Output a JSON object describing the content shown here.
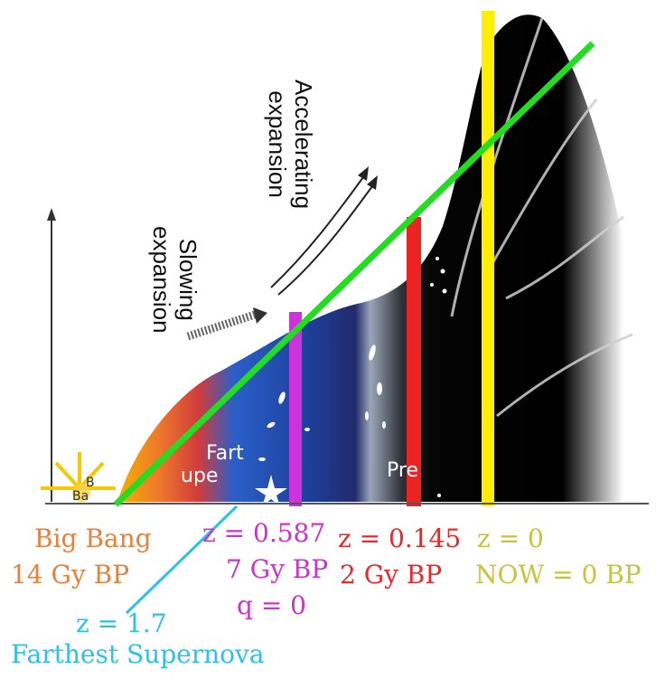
{
  "diagram": {
    "annotations": {
      "accelerating_line1": "Accelerating",
      "accelerating_line2": "expansion",
      "slowing_line1": "Slowing",
      "slowing_line2": "expansion"
    },
    "clipped_text": {
      "big_bang_fragment1": "B",
      "big_bang_fragment2": "Ba",
      "farthest_fragment1": "Fart",
      "farthest_fragment2": "upe",
      "present_fragment": "Pre"
    },
    "markers": [
      {
        "id": "big-bang",
        "color": "#e8803a",
        "lines": [
          "Big Bang",
          "14 Gy BP"
        ]
      },
      {
        "id": "farthest-supernova",
        "color": "#29c3e8",
        "lines": [
          "z = 1.7",
          "Farthest Supernova"
        ]
      },
      {
        "id": "z-0587",
        "color": "#cc33cc",
        "lines": [
          "z = 0.587",
          "7 Gy BP",
          "q = 0"
        ]
      },
      {
        "id": "z-0145",
        "color": "#e8282a",
        "lines": [
          "z = 0.145",
          "2 Gy BP"
        ]
      },
      {
        "id": "now",
        "color": "#c8c33a",
        "lines": [
          "z = 0",
          "NOW = 0 BP"
        ]
      }
    ],
    "colors": {
      "fit_line": "#22dd22",
      "magenta_bar": "#cc33dd",
      "red_bar": "#ee2222",
      "yellow_bar": "#ffee00",
      "cyan_pointer": "#29c3e8"
    }
  }
}
